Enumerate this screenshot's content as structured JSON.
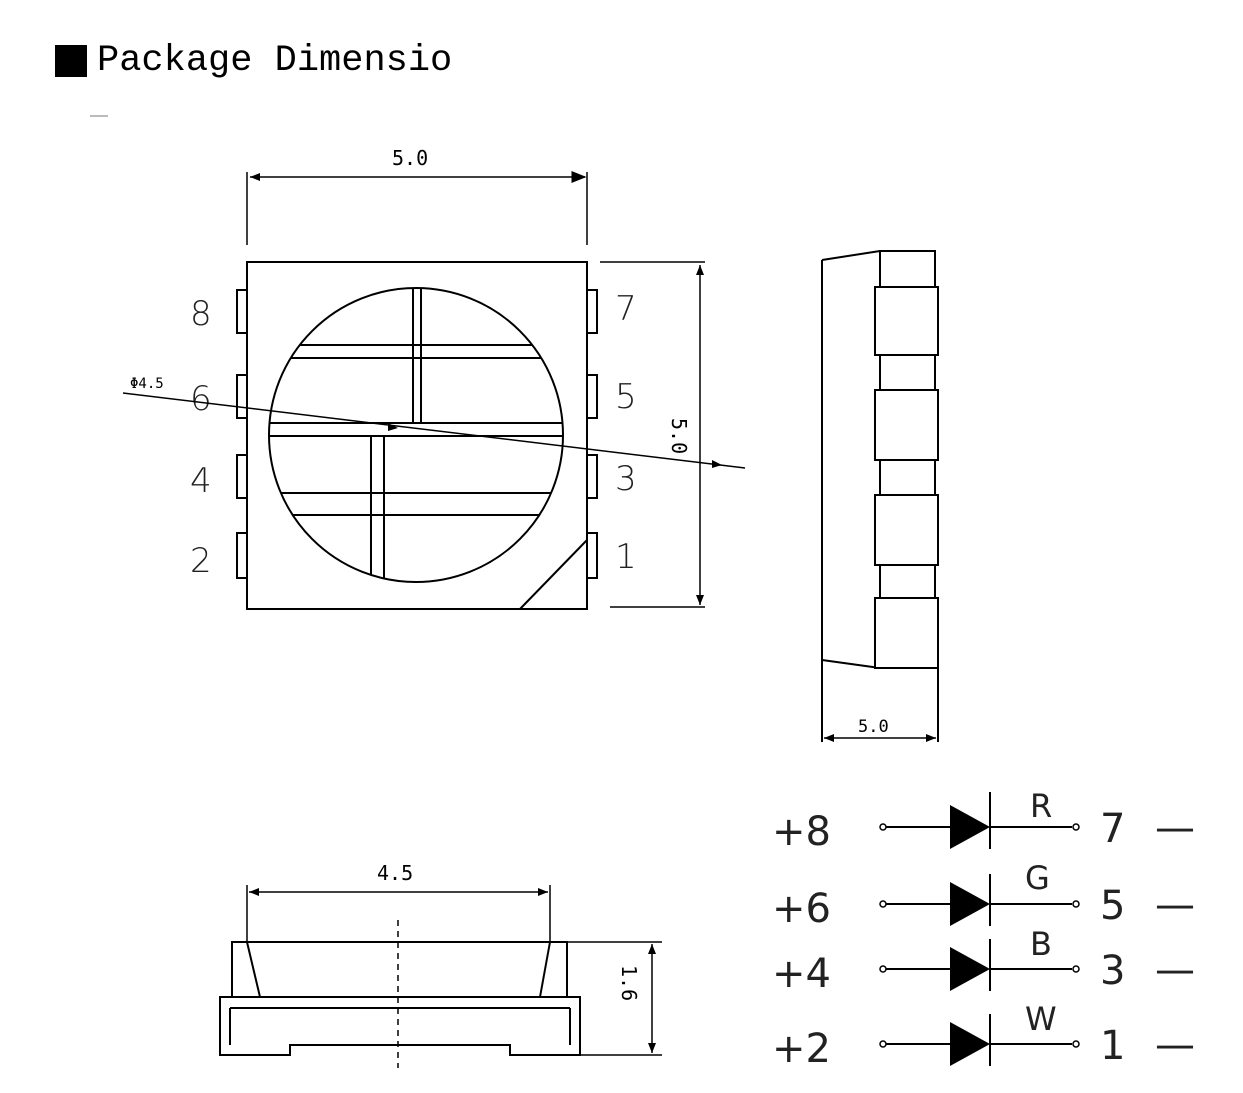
{
  "title": "Package Dimensio",
  "top_view": {
    "width_label": "5.0",
    "height_label": "5.0",
    "diameter_label": "Φ4.5",
    "pins_left": [
      "8",
      "6",
      "4",
      "2"
    ],
    "pins_right": [
      "7",
      "5",
      "3",
      "1"
    ]
  },
  "side_view": {
    "width_label": "5.0"
  },
  "front_view": {
    "width_label": "4.5",
    "height_label": "1.6"
  },
  "circuit": [
    {
      "anode": "+8",
      "color": "R",
      "cathode": "7",
      "minus": "—"
    },
    {
      "anode": "+6",
      "color": "G",
      "cathode": "5",
      "minus": "—"
    },
    {
      "anode": "+4",
      "color": "B",
      "cathode": "3",
      "minus": "—"
    },
    {
      "anode": "+2",
      "color": "W",
      "cathode": "1",
      "minus": "—"
    }
  ]
}
